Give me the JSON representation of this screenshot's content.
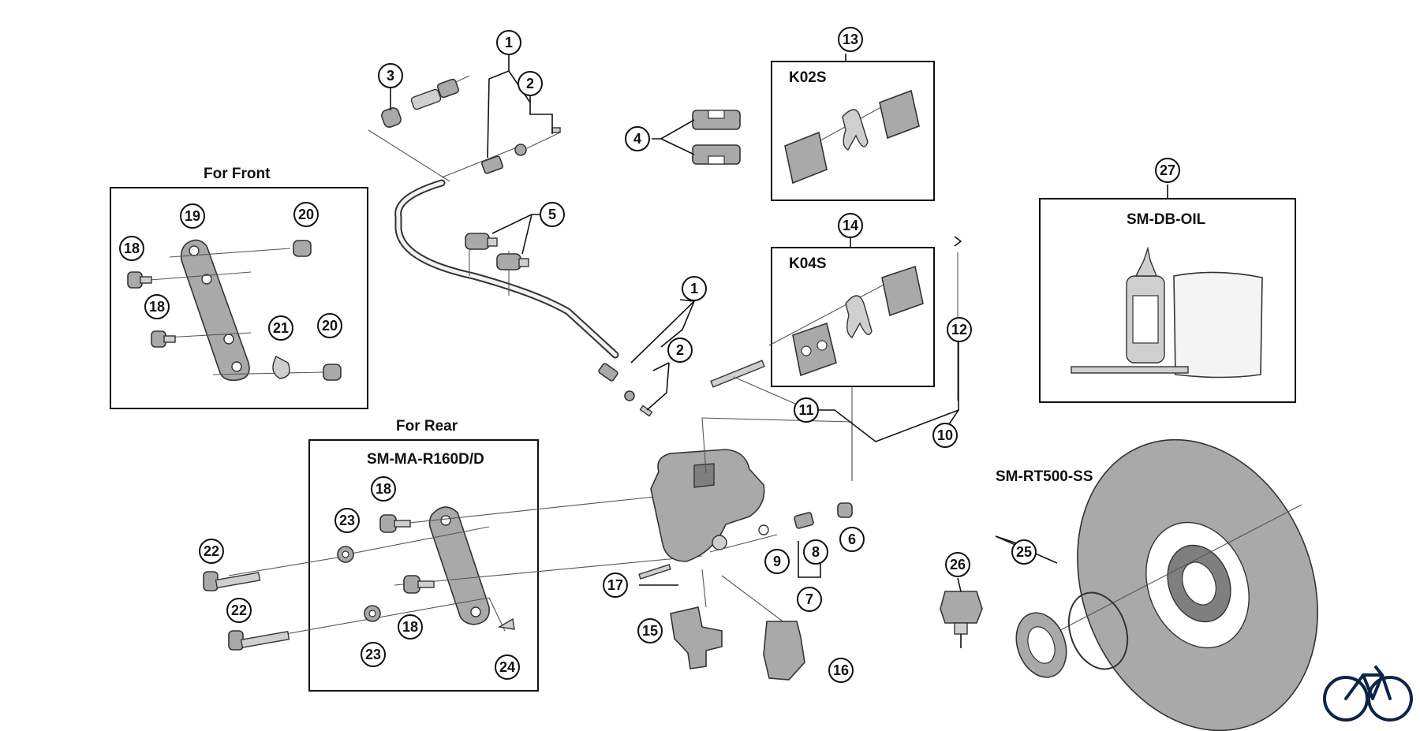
{
  "labels": {
    "for_front": "For Front",
    "for_rear": "For Rear",
    "adapter_model": "SM-MA-R160D/D",
    "pad_k02s": "K02S",
    "pad_k04s": "K04S",
    "oil_kit": "SM-DB-OIL",
    "rotor_model": "SM-RT500-SS"
  },
  "callouts": [
    "1",
    "2",
    "3",
    "4",
    "5",
    "1",
    "2",
    "6",
    "7",
    "8",
    "9",
    "10",
    "11",
    "12",
    "13",
    "14",
    "15",
    "16",
    "17",
    "18",
    "18",
    "18",
    "18",
    "19",
    "20",
    "20",
    "21",
    "22",
    "22",
    "23",
    "23",
    "24",
    "25",
    "26",
    "27"
  ],
  "colors": {
    "stroke": "#111111",
    "part_fill": "#a9a9a9",
    "brand_icon": "#0b2447"
  },
  "icons": {
    "brand": "bicycle-icon"
  }
}
